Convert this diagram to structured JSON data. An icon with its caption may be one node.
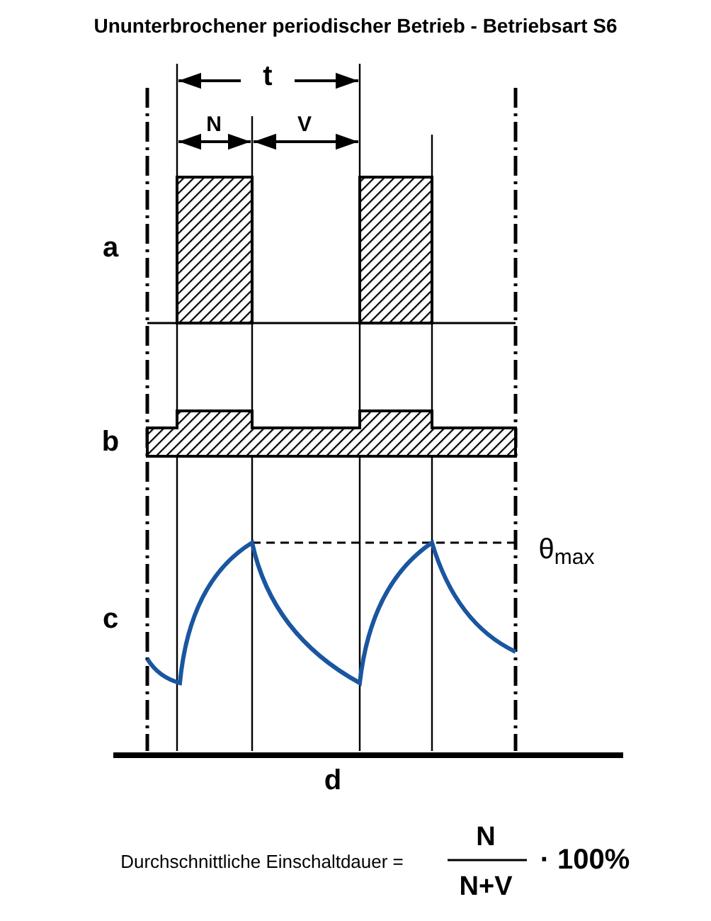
{
  "diagram": {
    "title": "Ununterbrochener periodischer Betrieb - Betriebsart S6",
    "labels": [
      "t",
      "N",
      "V",
      "a",
      "b",
      "θ$_{max}$",
      "c",
      "d",
      "Durchschnittliche Einschaltdauer =",
      "N",
      "N+V",
      "· 100%"
    ]
  }
}
